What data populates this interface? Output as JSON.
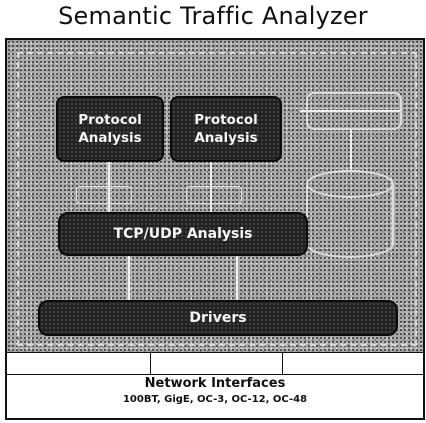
{
  "title": "Semantic Traffic Analyzer",
  "boxes": {
    "protocol_analysis_left": [
      "Protocol",
      "Analysis"
    ],
    "protocol_analysis_right": [
      "Protocol",
      "Analysis"
    ],
    "tcp_udp": "TCP/UDP Analysis",
    "drivers": "Drivers"
  },
  "network": {
    "title": "Network Interfaces",
    "subtitle": "100BT, GigE, OC-3, OC-12, OC-48"
  },
  "colors": {
    "dark_box": "#222222",
    "stipple_bg": "#a9a9a9",
    "frame": "#111111"
  }
}
